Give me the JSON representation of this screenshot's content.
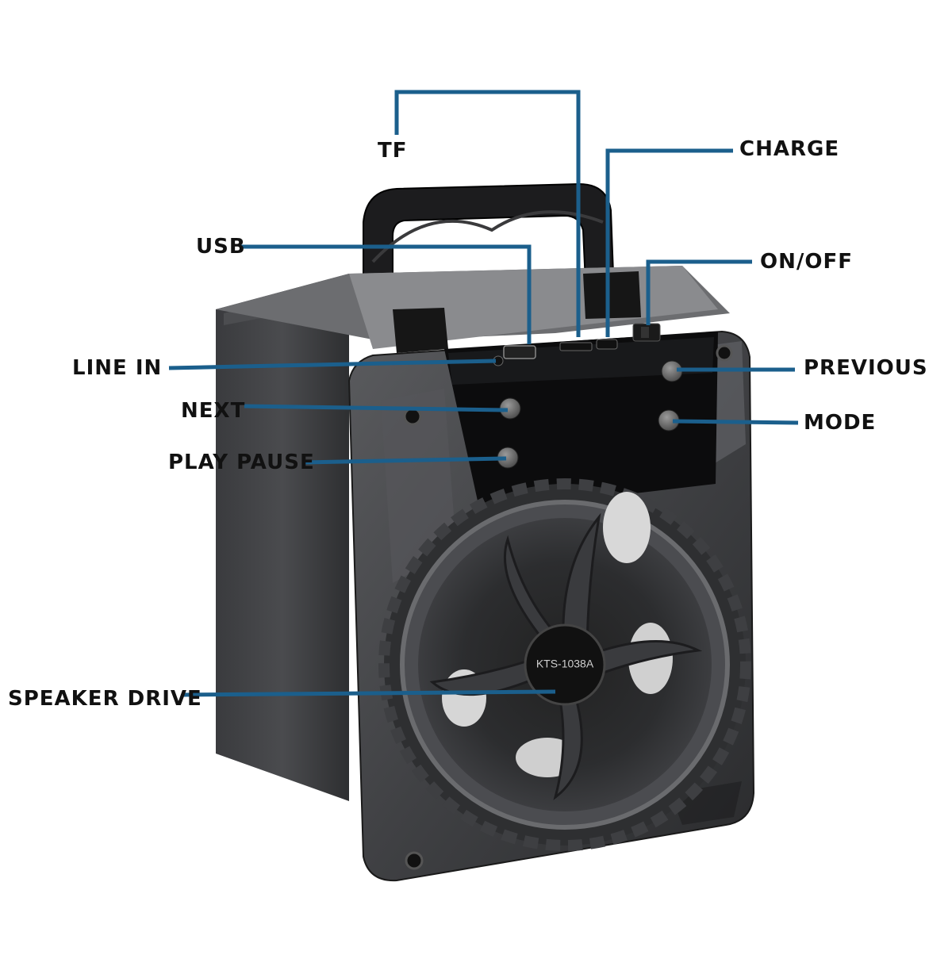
{
  "callouts": {
    "tf": "TF",
    "charge": "CHARGE",
    "usb": "USB",
    "on_off": "ON/OFF",
    "line_in": "LINE IN",
    "previous": "PREVIOUS",
    "next": "NEXT",
    "mode": "MODE",
    "play_pause": "PLAY PAUSE",
    "speaker_drive": "SPEAKER DRIVE"
  },
  "product": {
    "model_badge": "KTS-1038A"
  },
  "colors": {
    "leader_line": "#1b5f8c",
    "label_text": "#111111",
    "body_dark": "#2a2b2d",
    "panel_black": "#0c0c0d"
  }
}
